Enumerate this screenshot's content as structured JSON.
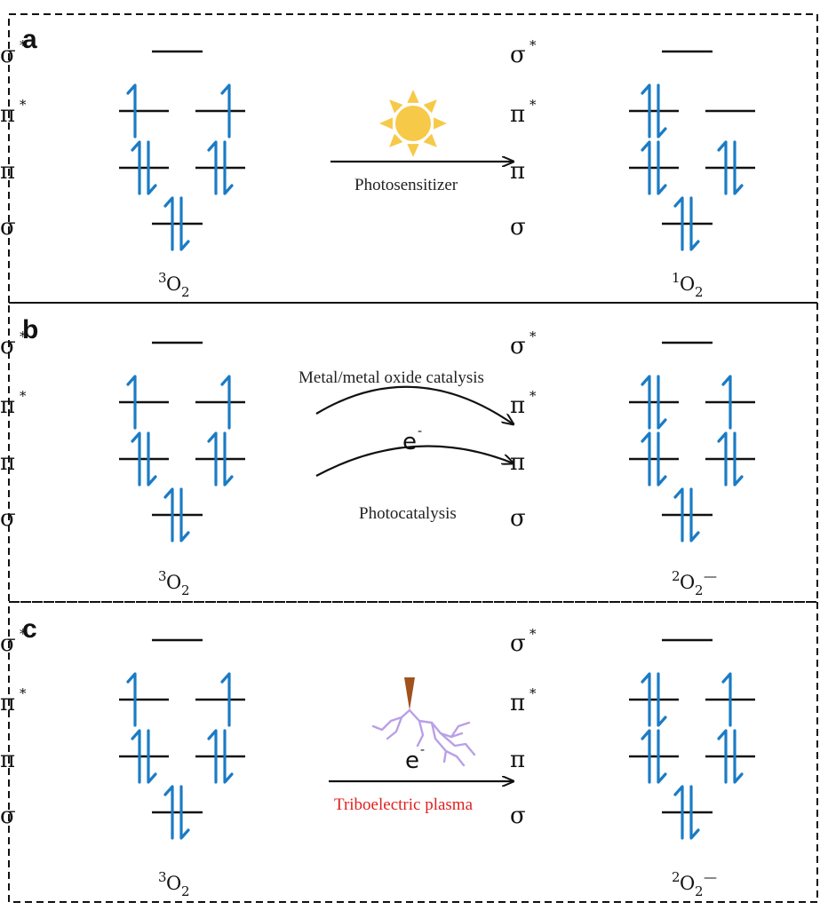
{
  "panels": [
    {
      "letter": "a",
      "orbital_labels": {
        "sigma_star": "σ",
        "pi_star": "π",
        "pi": "π",
        "sigma": "σ",
        "star": "*"
      },
      "left_species": {
        "sup": "3",
        "base": "O",
        "sub": "2",
        "charge": ""
      },
      "right_species": {
        "sup": "1",
        "base": "O",
        "sub": "2",
        "charge": ""
      },
      "process_label": "Photosensitizer",
      "process_label_2": "",
      "electron": "",
      "icon": "sun-icon"
    },
    {
      "letter": "b",
      "orbital_labels": {
        "sigma_star": "σ",
        "pi_star": "π",
        "pi": "π",
        "sigma": "σ",
        "star": "*"
      },
      "left_species": {
        "sup": "3",
        "base": "O",
        "sub": "2",
        "charge": ""
      },
      "right_species": {
        "sup": "2",
        "base": "O",
        "sub": "2",
        "charge": "—"
      },
      "process_label": "Metal/metal  oxide catalysis",
      "process_label_2": "Photocatalysis",
      "electron": "e",
      "electron_sup": "-",
      "icon": ""
    },
    {
      "letter": "c",
      "orbital_labels": {
        "sigma_star": "σ",
        "pi_star": "π",
        "pi": "π",
        "sigma": "σ",
        "star": "*"
      },
      "left_species": {
        "sup": "3",
        "base": "O",
        "sub": "2",
        "charge": ""
      },
      "right_species": {
        "sup": "2",
        "base": "O",
        "sub": "2",
        "charge": "—"
      },
      "process_label": "Triboelectric  plasma",
      "process_label_2": "",
      "electron": "e",
      "electron_sup": "-",
      "icon": "plasma-discharge-icon"
    }
  ],
  "colors": {
    "spin_arrow": "#1b7bc4",
    "plasma_label": "#e0201e",
    "sun": "#f7c948",
    "plasma": "#b9a0e6",
    "tip": "#a0521d"
  }
}
